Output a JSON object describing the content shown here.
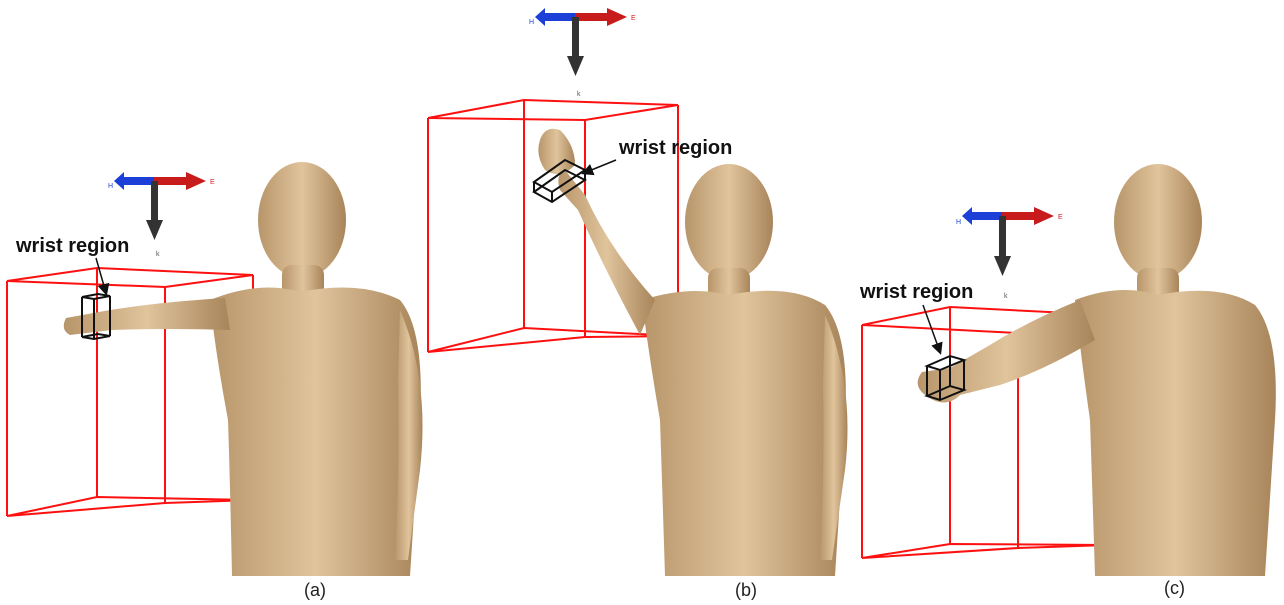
{
  "panels": [
    {
      "id": "a",
      "caption": "(a)",
      "annotation": "wrist region",
      "axes": {
        "h": "H",
        "e": "E",
        "k": "k"
      }
    },
    {
      "id": "b",
      "caption": "(b)",
      "annotation": "wrist region",
      "axes": {
        "h": "H",
        "e": "E",
        "k": "k"
      }
    },
    {
      "id": "c",
      "caption": "(c)",
      "annotation": "wrist region",
      "axes": {
        "h": "H",
        "e": "E",
        "k": "k"
      }
    }
  ],
  "colors": {
    "box": "#ff1010",
    "skin": "#d2b48a",
    "axis_h": "#1c3fd8",
    "axis_e": "#d81c1c",
    "axis_k": "#333333",
    "wrist_box": "#111111"
  }
}
